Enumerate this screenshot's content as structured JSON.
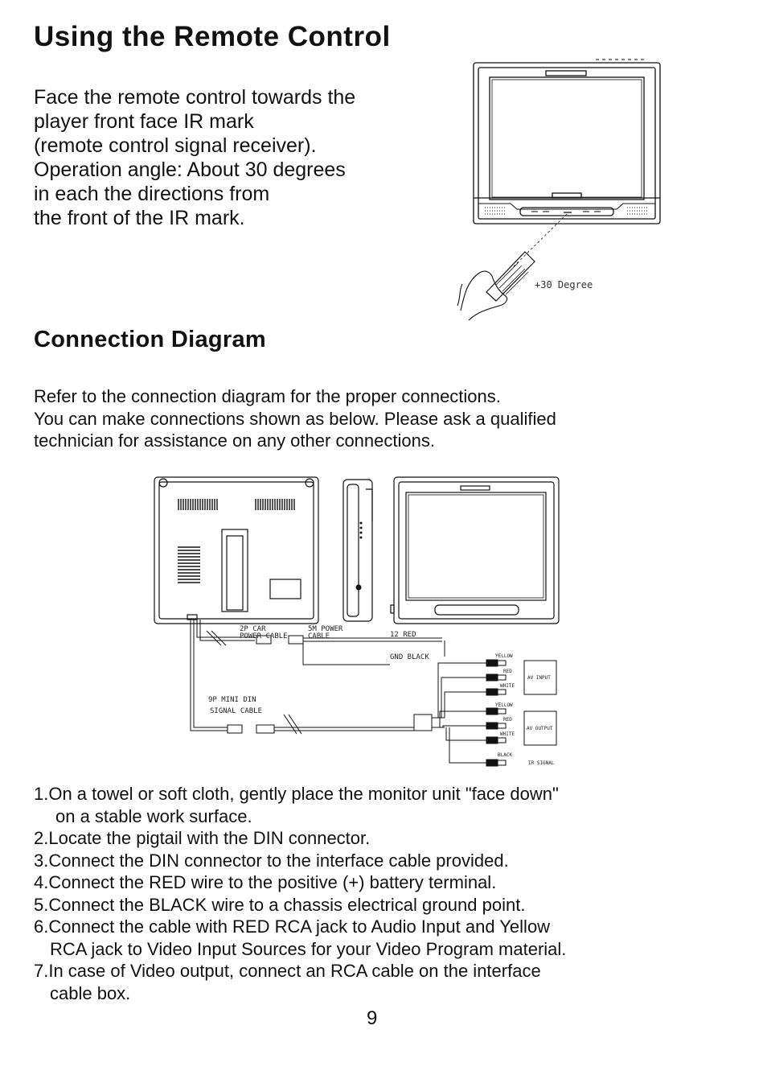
{
  "title": "Using the Remote Control",
  "intro_lines": [
    "Face the remote control towards the",
    "player front face IR mark",
    "(remote control signal receiver).",
    "Operation angle: About 30 degrees",
    "in each the directions from",
    "the front of the IR mark."
  ],
  "remote_figure": {
    "angle_label": "+30 Degree"
  },
  "section_title": "Connection Diagram",
  "refer_lines": [
    "Refer to the connection diagram for the proper connections.",
    "You can make connections shown as below. Please ask a qualified",
    "technician for assistance on any other connections."
  ],
  "diagram": {
    "car_cable": [
      "2P CAR",
      "POWER CABLE"
    ],
    "power_cable": [
      "5M POWER",
      "CABLE"
    ],
    "red_wire": "12 RED",
    "black_wire": "GND BLACK",
    "din_cable": [
      "9P MINI DIN",
      "SIGNAL CABLE"
    ],
    "jack_colors": [
      "YELLOW",
      "RED",
      "WHITE",
      "YELLOW",
      "RED",
      "WHITE",
      "BLACK"
    ],
    "av_input": "AV INPUT",
    "av_output": "AV OUTPUT",
    "ir_signal": "IR SIGNAL"
  },
  "steps": [
    [
      "1.On a towel or soft cloth, gently  place the monitor unit   \"face down\"",
      " on a stable  work surface."
    ],
    [
      "2.Locate the pigtail with the DIN connector."
    ],
    [
      "3.Connect the DIN connector to the interface cable provided."
    ],
    [
      "4.Connect the RED wire to the positive (+) battery terminal."
    ],
    [
      "5.Connect the BLACK wire to a chassis electrical ground point."
    ],
    [
      "6.Connect the cable with RED RCA jack to Audio Input and Yellow",
      "RCA jack to Video Input Sources for your Video Program material."
    ],
    [
      "7.In case of Video output, connect an RCA cable on the interface",
      "cable box."
    ]
  ],
  "page_number": "9"
}
